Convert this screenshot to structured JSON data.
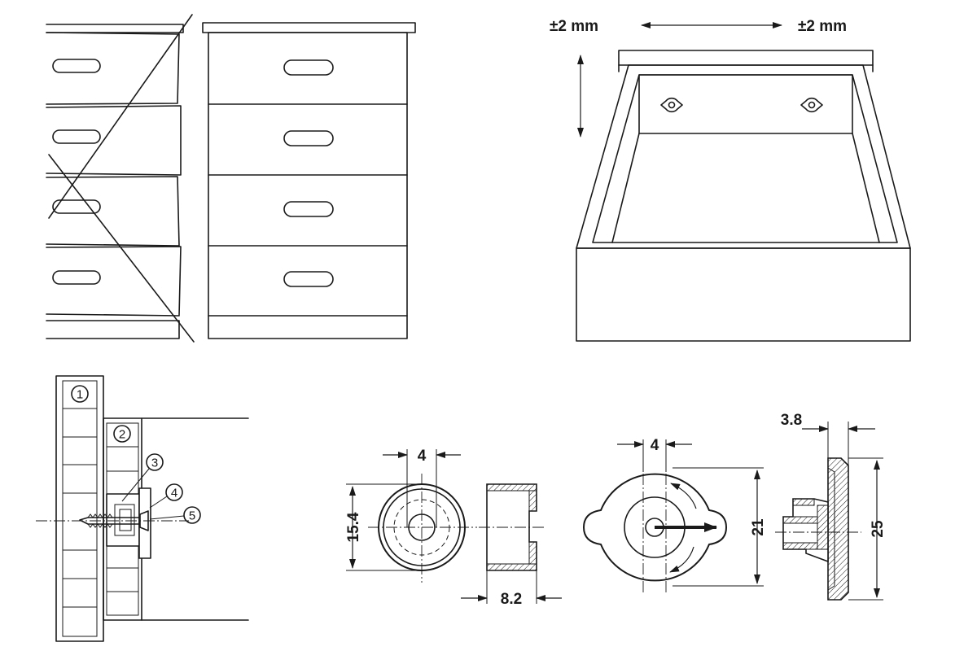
{
  "adjustment": {
    "left_tolerance": "±2 mm",
    "right_tolerance": "±2 mm"
  },
  "callouts": [
    "1",
    "2",
    "3",
    "4",
    "5"
  ],
  "dimensions": {
    "bushing_bore": "4",
    "bushing_diameter": "15.4",
    "bushing_depth": "8.2",
    "cam_bore": "4",
    "cam_height": "21",
    "cam_flange": "3.8",
    "cam_overall": "25"
  }
}
